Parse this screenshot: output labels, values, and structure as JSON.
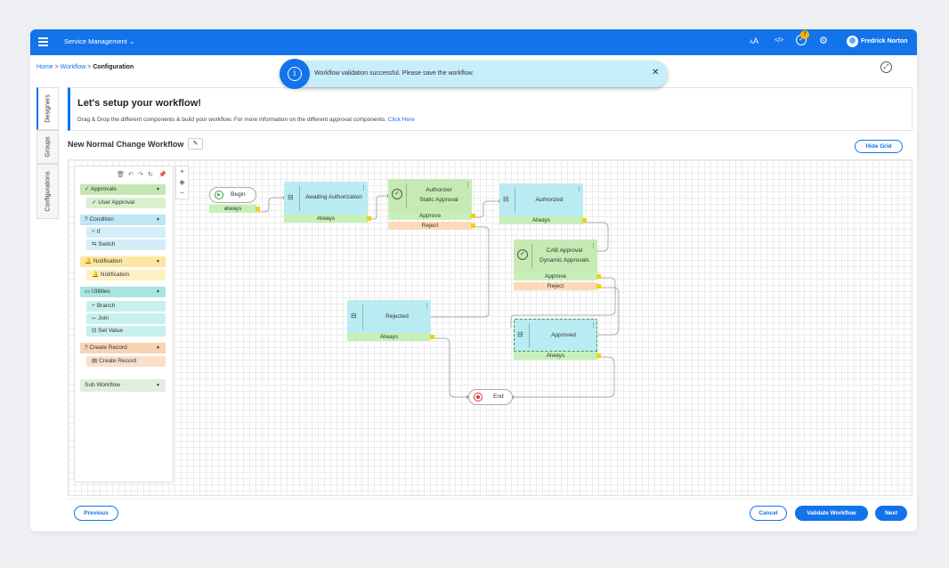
{
  "header": {
    "app_name": "Service Management ⌄",
    "font_size_icon": "AA",
    "code_icon": "</>",
    "notification_count": "7",
    "user_name": "Fredrick Norton"
  },
  "breadcrumb": {
    "home": "Home",
    "sep1": " > ",
    "workflow": "Workflow",
    "sep2": " > ",
    "current": "Configuration"
  },
  "toast": {
    "message": "Workflow validation successful. Please save the workflow.",
    "close": "✕"
  },
  "side_tabs": [
    "Designers",
    "Groups",
    "Configurations"
  ],
  "setup_card": {
    "title": "Let's setup your workflow!",
    "description": "Drag & Drop the different components & build your workflow. For more information on the different approval components. ",
    "link": "Click Here"
  },
  "workflow_name": "New Normal Change Workflow",
  "hide_grid_label": "Hide Grid",
  "palette": {
    "groups": [
      {
        "label": "Approvals",
        "icon": "✓",
        "items": [
          {
            "label": "User Approval",
            "icon": "✓"
          }
        ]
      },
      {
        "label": "Condition",
        "icon": "?",
        "items": [
          {
            "label": "If",
            "icon": "⑂"
          },
          {
            "label": "Switch",
            "icon": "⇆"
          }
        ]
      },
      {
        "label": "Notification",
        "icon": "🔔",
        "items": [
          {
            "label": "Notification",
            "icon": "🔔"
          }
        ]
      },
      {
        "label": "Utilities",
        "icon": "▭",
        "items": [
          {
            "label": "Branch",
            "icon": "⑂"
          },
          {
            "label": "Join",
            "icon": "⤚"
          },
          {
            "label": "Set Value",
            "icon": "⊡"
          }
        ]
      },
      {
        "label": "Create Record",
        "icon": "?",
        "items": [
          {
            "label": "Create Record",
            "icon": "▤"
          }
        ]
      },
      {
        "label": "Sub Workflow",
        "icon": "",
        "items": []
      }
    ]
  },
  "zoom": {
    "plus": "+",
    "fit": "◈",
    "minus": "−"
  },
  "nodes": {
    "begin": {
      "label": "Begin",
      "port": "always"
    },
    "awaiting": {
      "label": "Awaiting Authorization",
      "port": "Always"
    },
    "authorizer": {
      "label1": "Authorizer",
      "label2": "Static Approval",
      "approve": "Approve",
      "reject": "Reject"
    },
    "authorized": {
      "label": "Authorized",
      "port": "Always"
    },
    "cab": {
      "label1": "CAB Approval",
      "label2": "Dynamic Approvals",
      "approve": "Approve",
      "reject": "Reject"
    },
    "rejected": {
      "label": "Rejected",
      "port": "Always"
    },
    "approved": {
      "label": "Approved",
      "port": "Always"
    },
    "end": {
      "label": "End"
    }
  },
  "footer": {
    "previous": "Previous",
    "cancel": "Cancel",
    "validate": "Validate Workflow",
    "next": "Next"
  },
  "colors": {
    "brand": "#1273eb",
    "node_blue": "#b9ecf2",
    "node_green": "#c6eab3",
    "port_green": "#c6f0b8",
    "port_reject": "#fbd9b9"
  }
}
